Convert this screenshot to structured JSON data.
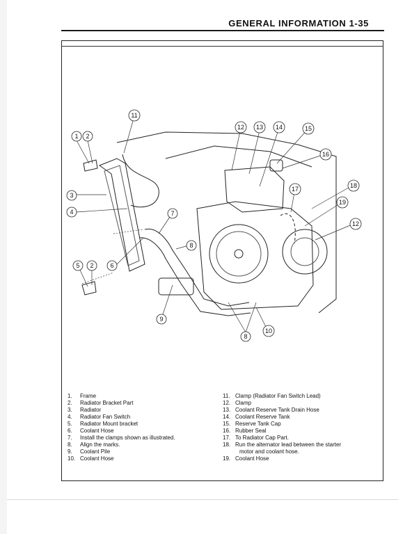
{
  "header": {
    "title": "GENERAL INFORMATION  1-35"
  },
  "callouts": [
    "1",
    "2",
    "3",
    "4",
    "5",
    "2",
    "6",
    "7",
    "8",
    "9",
    "10",
    "11",
    "12",
    "13",
    "14",
    "15",
    "16",
    "17",
    "18",
    "19",
    "12",
    "8"
  ],
  "legend": {
    "left": [
      {
        "num": "1.",
        "text": "Frame"
      },
      {
        "num": "2.",
        "text": "Radiator Bracket Part"
      },
      {
        "num": "3.",
        "text": "Radiator"
      },
      {
        "num": "4.",
        "text": "Radiator Fan Switch"
      },
      {
        "num": "5.",
        "text": "Radiator Mount bracket"
      },
      {
        "num": "6.",
        "text": "Coolant Hose"
      },
      {
        "num": "7.",
        "text": "Install the clamps shown as illustrated."
      },
      {
        "num": "8.",
        "text": "Align the marks."
      },
      {
        "num": "9.",
        "text": "Coolant Pile"
      },
      {
        "num": "10.",
        "text": "Coolant Hose"
      }
    ],
    "right": [
      {
        "num": "11.",
        "text": "Clamp (Radiator Fan Switch Lead)"
      },
      {
        "num": "12.",
        "text": "Clamp"
      },
      {
        "num": "13.",
        "text": "Coolant Reserve Tank Drain Hose"
      },
      {
        "num": "14.",
        "text": "Coolant Reserve Tank"
      },
      {
        "num": "15.",
        "text": "Reserve Tank Cap"
      },
      {
        "num": "16.",
        "text": "Rubber Seal"
      },
      {
        "num": "17.",
        "text": "To Radiator Cap Part."
      },
      {
        "num": "18.",
        "text": "Run the alternator lead between the starter"
      },
      {
        "num": "",
        "text": "motor and coolant hose."
      },
      {
        "num": "19.",
        "text": "Coolant Hose"
      }
    ]
  }
}
